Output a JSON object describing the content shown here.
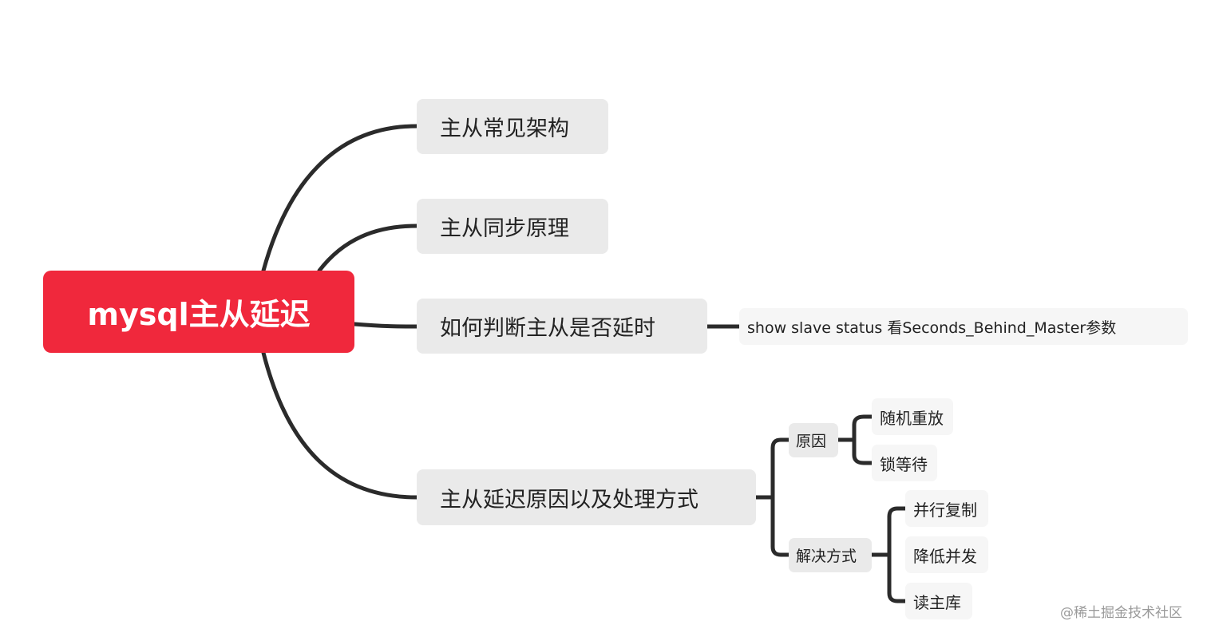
{
  "colors": {
    "root_fill": "#f0283c",
    "node_fill": "#eaeaea",
    "leaf_fill": "#f6f6f6",
    "connector": "#2b2b2b"
  },
  "root": {
    "label": "mysql主从延迟"
  },
  "branches": [
    {
      "label": "主从常见架构"
    },
    {
      "label": "主从同步原理"
    },
    {
      "label": "如何判断主从是否延时",
      "detail": "show slave status  看Seconds_Behind_Master参数"
    },
    {
      "label": "主从延迟原因以及处理方式",
      "children": [
        {
          "label": "原因",
          "children": [
            "随机重放",
            "锁等待"
          ]
        },
        {
          "label": "解决方式",
          "children": [
            "并行复制",
            "降低并发",
            "读主库"
          ]
        }
      ]
    }
  ],
  "watermark": "@稀土掘金技术社区"
}
